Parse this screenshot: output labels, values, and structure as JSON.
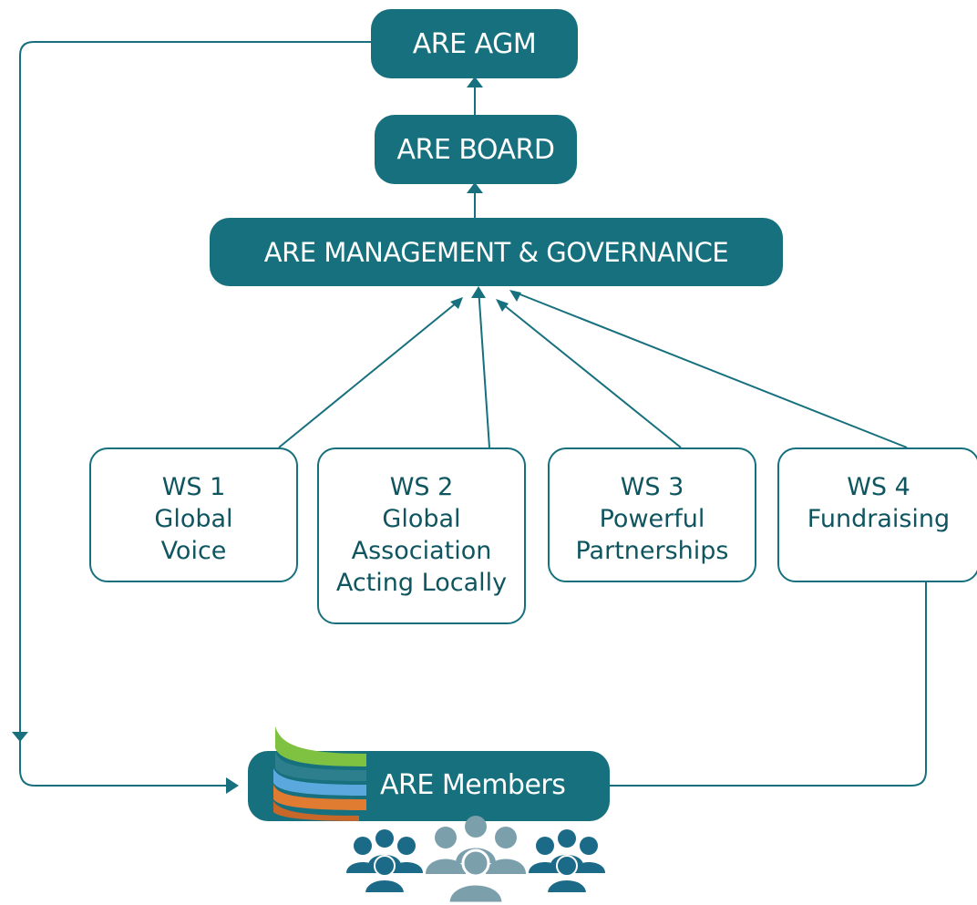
{
  "diagram": {
    "agm": {
      "label": "ARE AGM"
    },
    "board": {
      "label": "ARE BOARD"
    },
    "management": {
      "label": "ARE MANAGEMENT & GOVERNANCE"
    },
    "workstreams": [
      {
        "lines": [
          "WS 1",
          "Global",
          "Voice"
        ]
      },
      {
        "lines": [
          "WS 2",
          "Global",
          "Association",
          "Acting Locally"
        ]
      },
      {
        "lines": [
          "WS 3",
          "Powerful",
          "Partnerships"
        ]
      },
      {
        "lines": [
          "WS 4",
          "Fundraising"
        ]
      }
    ],
    "members": {
      "label": "ARE Members",
      "logo_icon": "are-logo-icon",
      "people_icons": [
        "people-group-icon",
        "people-group-icon",
        "people-group-icon"
      ]
    }
  },
  "colors": {
    "teal_dark": "#17707d",
    "teal_text": "#0f5560",
    "icon_blue": "#1b6b88",
    "icon_gray": "#7c9fac",
    "logo_green": "#7fc241",
    "logo_blue": "#5aa8dd",
    "logo_orange": "#e07b32",
    "logo_teal": "#2e7f8d"
  }
}
